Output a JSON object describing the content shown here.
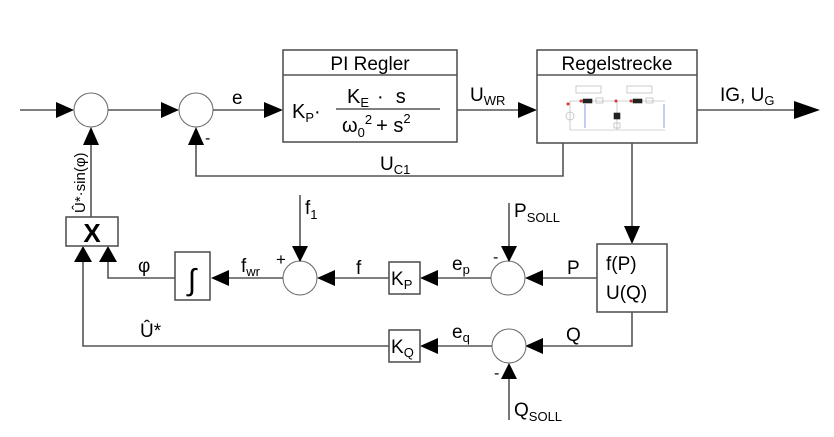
{
  "diagram": {
    "blocks": {
      "pi_controller": {
        "title": "PI Regler",
        "gain": "K",
        "gain_sub": "P",
        "num_k": "K",
        "num_k_sub": "E",
        "num_dot": "·",
        "num_s": "s",
        "den_omega": "ω",
        "den_omega_sub": "0",
        "den_exp": "2",
        "den_plus": "+ s",
        "den_s_exp": "2"
      },
      "plant": {
        "title": "Regelstrecke",
        "content": "circuit-schematic-thumbnail"
      },
      "fp_uq": {
        "line1": "f(P)",
        "line2": "U(Q)"
      },
      "kp": {
        "label": "K",
        "sub": "P"
      },
      "kq": {
        "label": "K",
        "sub": "Q"
      },
      "integrator": {
        "symbol": "∫"
      },
      "multiplier": {
        "symbol": "X"
      }
    },
    "signals": {
      "e": "e",
      "uwr": "U",
      "uwr_sub": "WR",
      "uc1": "U",
      "uc1_sub": "C1",
      "output": "IG, U",
      "output_sub": "G",
      "usin": "Û*·sin(φ)",
      "f1": "f",
      "f1_sub": "1",
      "psoll": "P",
      "psoll_sub": "SOLL",
      "qsoll": "Q",
      "qsoll_sub": "SOLL",
      "p": "P",
      "q": "Q",
      "ep": "e",
      "ep_sub": "p",
      "eq": "e",
      "eq_sub": "q",
      "f": "f",
      "fwr": "f",
      "fwr_sub": "wr",
      "phi": "φ",
      "uhat": "Û*"
    },
    "signs": {
      "sum2_minus": "-",
      "sum3_plus": "+",
      "sum4_minus": "-",
      "sum5_minus": "-"
    }
  }
}
